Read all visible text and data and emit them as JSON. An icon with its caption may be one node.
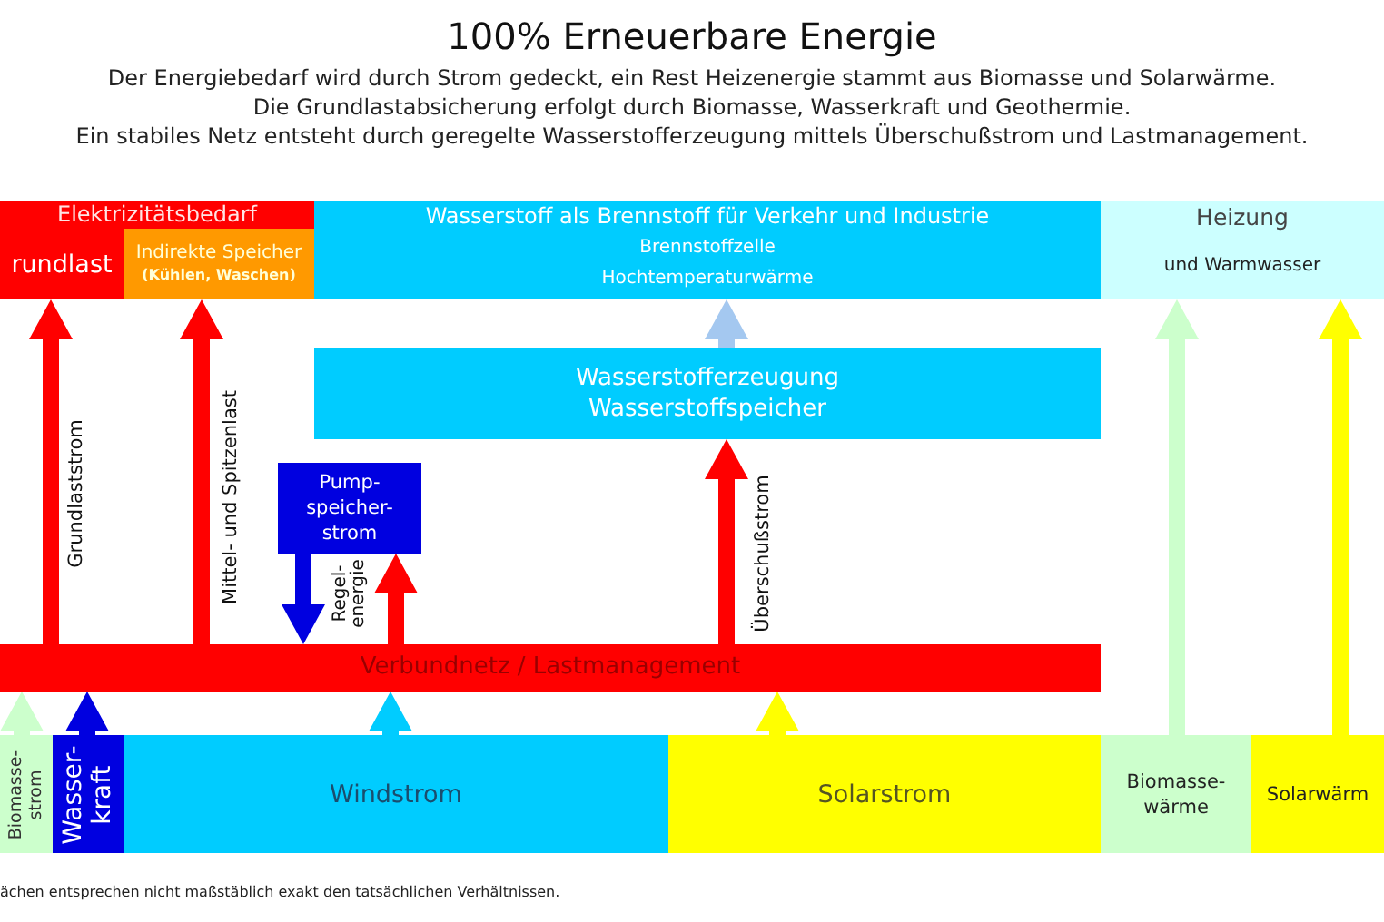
{
  "diagram": {
    "title": "100% Erneuerbare Energie",
    "nodes": [
      {
        "text": [
          "Elektrizitätsbedarf"
        ]
      },
      {
        "text": [
          "rundlast"
        ],
        "in": 0
      },
      {
        "text": [
          "Indirekte Speicher",
          "(Kühlen, Waschen)"
        ],
        "in": 0
      },
      {
        "text": [
          "Wasserstoff als Brennstoff für Verkehr und Industrie",
          "Brennstoffzelle",
          "Hochtemperaturwärme"
        ]
      },
      {
        "text": [
          "Heizung",
          "und Warmwasser"
        ]
      },
      {
        "text": [
          "Wasserstofferzeugung",
          "Wasserstoffspeicher"
        ]
      },
      {
        "text": [
          "Pump- speicher- strom"
        ]
      },
      {
        "text": [
          "Verbundnetz / Lastmanagement"
        ]
      },
      {
        "text": [
          "Biomasse- strom"
        ]
      },
      {
        "text": [
          "Wasser- kraft"
        ]
      },
      {
        "text": [
          "Windstrom"
        ]
      },
      {
        "text": [
          "Solarstrom"
        ]
      },
      {
        "text": [
          "Biomasse- wärme"
        ]
      },
      {
        "text": [
          "Solarwärm"
        ]
      }
    ],
    "edges": [
      {
        "from": 7,
        "to": 1,
        "arrow": "to",
        "label": "Grundlaststrom"
      },
      {
        "from": 7,
        "to": 2,
        "arrow": "to",
        "label": "Mittel- und Spitzenlast"
      },
      {
        "from": 6,
        "to": 7,
        "arrow": "to",
        "color": "#0000e0"
      },
      {
        "from": 7,
        "to": 6,
        "arrow": "to",
        "label": "Regel- energie"
      },
      {
        "from": 7,
        "to": 5,
        "arrow": "to",
        "label": "Überschußstrom"
      },
      {
        "from": 5,
        "to": 3,
        "arrow": "to",
        "color": "#a4c8f0"
      },
      {
        "from": 8,
        "to": 7,
        "arrow": "to",
        "color": "#ccffcc"
      },
      {
        "from": 9,
        "to": 7,
        "arrow": "to",
        "color": "#0000e0"
      },
      {
        "from": 10,
        "to": 7,
        "arrow": "to",
        "color": "#00ccff"
      },
      {
        "from": 11,
        "to": 7,
        "arrow": "to",
        "color": "#ffff00"
      },
      {
        "from": 12,
        "to": 4,
        "arrow": "to",
        "color": "#ccffcc"
      },
      {
        "from": 13,
        "to": 4,
        "arrow": "to",
        "color": "#ffff00"
      }
    ],
    "labels": [
      "Der Energiebedarf wird durch Strom gedeckt, ein Rest Heizenergie stammt aus Biomasse und Solarwärme.",
      "Die Grundlastabsicherung erfolgt durch Biomasse, Wasserkraft und Geothermie.",
      "Ein stabiles Netz entsteht durch geregelte Wasserstofferzeugung mittels Überschußstrom und Lastmanagement.",
      "ächen entsprechen nicht maßstäblich exakt den tatsächlichen Verhältnissen."
    ]
  }
}
